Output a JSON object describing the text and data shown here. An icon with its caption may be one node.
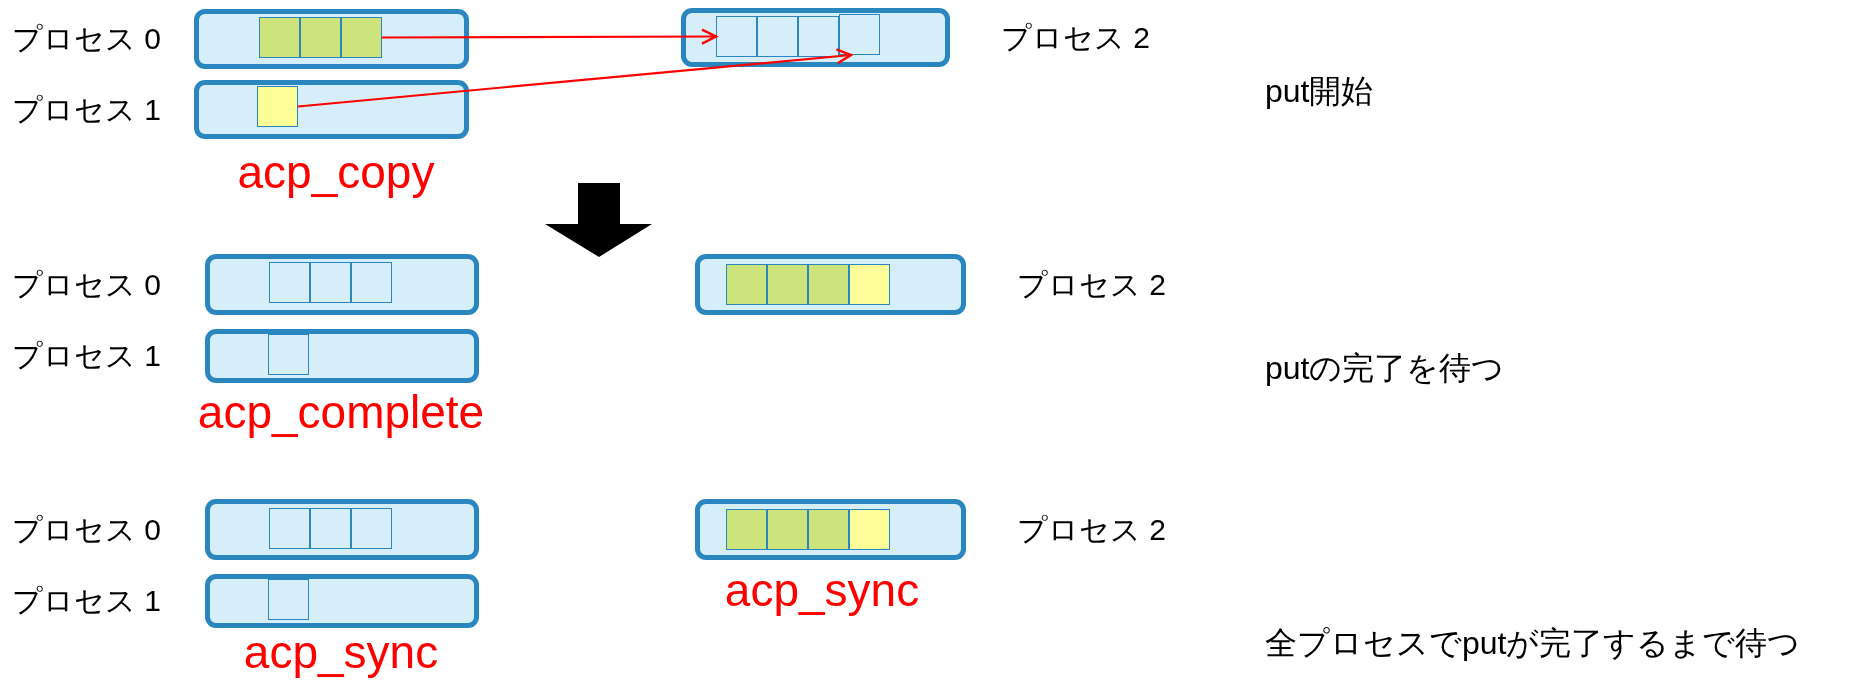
{
  "diagram": {
    "nodes": [
      {
        "text": [],
        "shape": "box",
        "beside": [
          "プロセス 0"
        ]
      },
      {
        "text": [],
        "shape": "box",
        "in": 0
      },
      {
        "text": [],
        "shape": "box",
        "in": 0
      },
      {
        "text": [],
        "shape": "box",
        "in": 0
      },
      {
        "text": [],
        "shape": "box",
        "beside": [
          "プロセス 2"
        ]
      },
      {
        "text": [],
        "shape": "box",
        "in": 4
      },
      {
        "text": [],
        "shape": "box",
        "in": 4
      },
      {
        "text": [],
        "shape": "box",
        "in": 4
      },
      {
        "text": [],
        "shape": "box",
        "in": 4
      },
      {
        "text": [],
        "shape": "box",
        "beside": [
          "プロセス 1"
        ]
      },
      {
        "text": [],
        "shape": "box",
        "in": 9
      },
      {
        "text": [],
        "shape": "box",
        "beside": [
          "プロセス 0"
        ]
      },
      {
        "text": [],
        "shape": "box",
        "in": 11
      },
      {
        "text": [],
        "shape": "box",
        "in": 11
      },
      {
        "text": [],
        "shape": "box",
        "in": 11
      },
      {
        "text": [],
        "shape": "box",
        "beside": [
          "プロセス 2"
        ]
      },
      {
        "text": [],
        "shape": "box",
        "in": 15
      },
      {
        "text": [],
        "shape": "box",
        "in": 15
      },
      {
        "text": [],
        "shape": "box",
        "in": 15
      },
      {
        "text": [],
        "shape": "box",
        "in": 15
      },
      {
        "text": [],
        "shape": "box",
        "beside": [
          "プロセス 1"
        ]
      },
      {
        "text": [],
        "shape": "box",
        "in": 20
      },
      {
        "text": [],
        "shape": "box",
        "beside": [
          "プロセス 0"
        ]
      },
      {
        "text": [],
        "shape": "box",
        "in": 22
      },
      {
        "text": [],
        "shape": "box",
        "in": 22
      },
      {
        "text": [],
        "shape": "box",
        "in": 22
      },
      {
        "text": [],
        "shape": "box",
        "beside": [
          "プロセス 2"
        ]
      },
      {
        "text": [],
        "shape": "box",
        "in": 26
      },
      {
        "text": [],
        "shape": "box",
        "in": 26
      },
      {
        "text": [],
        "shape": "box",
        "in": 26
      },
      {
        "text": [],
        "shape": "box",
        "in": 26
      },
      {
        "text": [],
        "shape": "box",
        "beside": [
          "プロセス 1"
        ]
      },
      {
        "text": [],
        "shape": "box",
        "in": 31
      }
    ],
    "edges": [
      {
        "from": 3,
        "to": 5,
        "arrow": "to"
      },
      {
        "from": 10,
        "to": 8,
        "arrow": "to"
      }
    ],
    "labels": [
      "put開始",
      "acp_copy",
      "putの完了を待つ",
      "acp_complete",
      "acp_sync",
      "全プロセスでputが完了するまで待つ",
      "acp_sync"
    ]
  }
}
